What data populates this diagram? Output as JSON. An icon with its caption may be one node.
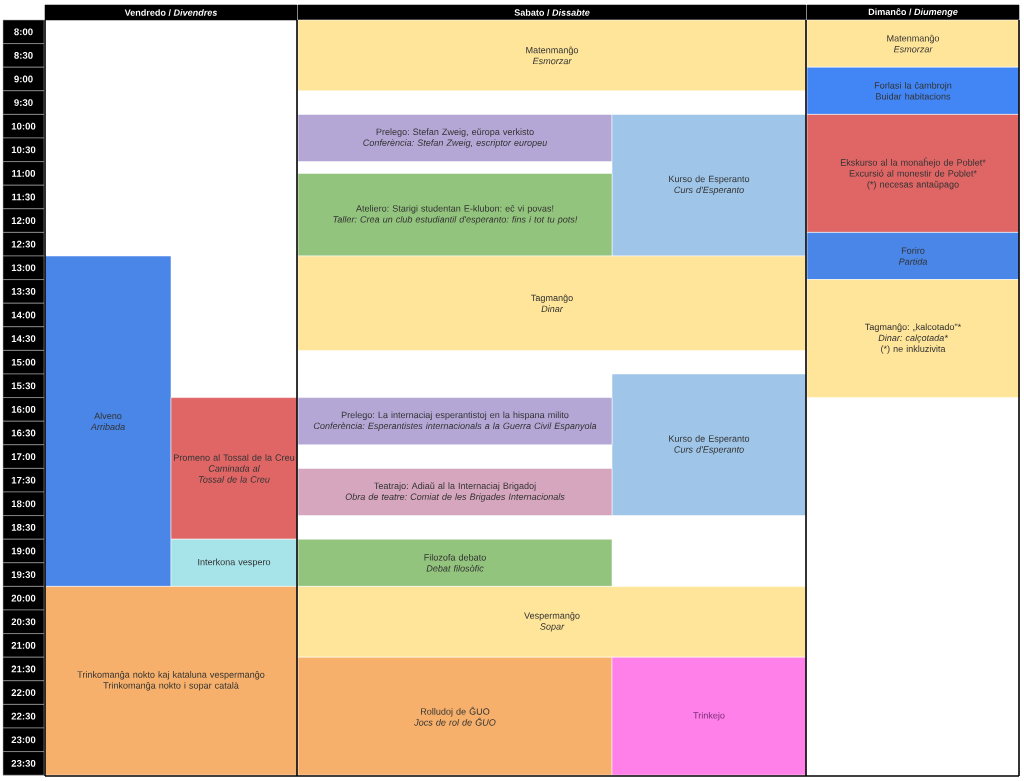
{
  "diagram": {
    "nodes": [
      {
        "text": [
          "Vendredo / *Divendres*"
        ]
      },
      {
        "text": [
          "Sabato / *Dissabte*"
        ]
      },
      {
        "text": [
          "Dimanĉo / *Diumenge*"
        ]
      },
      {
        "text": [
          "8:00"
        ]
      },
      {
        "text": [
          "8:30"
        ]
      },
      {
        "text": [
          "9:00"
        ]
      },
      {
        "text": [
          "9:30"
        ]
      },
      {
        "text": [
          "10:00"
        ]
      },
      {
        "text": [
          "10:30"
        ]
      },
      {
        "text": [
          "11:00"
        ]
      },
      {
        "text": [
          "11:30"
        ]
      },
      {
        "text": [
          "12:00"
        ]
      },
      {
        "text": [
          "12:30"
        ]
      },
      {
        "text": [
          "13:00"
        ]
      },
      {
        "text": [
          "13:30"
        ]
      },
      {
        "text": [
          "14:00"
        ]
      },
      {
        "text": [
          "14:30"
        ]
      },
      {
        "text": [
          "15:00"
        ]
      },
      {
        "text": [
          "15:30"
        ]
      },
      {
        "text": [
          "16:00"
        ]
      },
      {
        "text": [
          "16:30"
        ]
      },
      {
        "text": [
          "17:00"
        ]
      },
      {
        "text": [
          "17:30"
        ]
      },
      {
        "text": [
          "18:00"
        ]
      },
      {
        "text": [
          "18:30"
        ]
      },
      {
        "text": [
          "19:00"
        ]
      },
      {
        "text": [
          "19:30"
        ]
      },
      {
        "text": [
          "20:00"
        ]
      },
      {
        "text": [
          "20:30"
        ]
      },
      {
        "text": [
          "21:00"
        ]
      },
      {
        "text": [
          "21:30"
        ]
      },
      {
        "text": [
          "22:00"
        ]
      },
      {
        "text": [
          "22:30"
        ]
      },
      {
        "text": [
          "23:00"
        ]
      },
      {
        "text": [
          "23:30"
        ]
      },
      {
        "text": [
          "Alveno",
          "Arribada"
        ]
      },
      {
        "text": [
          "Promeno al Tossal de la Creu",
          "Caminada al Tossal de la Creu"
        ]
      },
      {
        "text": [
          "Interkona vespero"
        ]
      },
      {
        "text": [
          "Trinkomanĝa nokto kaj kataluna vespermanĝo",
          "Trinkomanĝa nokto i sopar català"
        ]
      },
      {
        "text": [
          "Matenmanĝo",
          "Esmorzar"
        ]
      },
      {
        "text": [
          "Prelego: Stefan Zweig, eŭropa verkisto",
          "Conferència: Stefan Zweig, escriptor europeu"
        ]
      },
      {
        "text": [
          "Kurso de Esperanto",
          "Curs d'Esperanto"
        ]
      },
      {
        "text": [
          "Ateliero: Starigi studentan E-klubon: eĉ vi povas!",
          "Taller: Crea un club estudiantil d'esperanto: fins i tot tu pots!"
        ]
      },
      {
        "text": [
          "Tagmanĝo",
          "Dinar"
        ]
      },
      {
        "text": [
          "Kurso de Esperanto",
          "Curs d'Esperanto"
        ]
      },
      {
        "text": [
          "Prelego: La internaciaj esperantistoj en la hispana milito",
          "Conferència: Esperantistes internacionals a la Guerra Civil Espanyola"
        ]
      },
      {
        "text": [
          "Teatrajo: Adiaŭ al la Internaciaj Brigadoj",
          "Obra de teatre: Comiat de les Brigades Internacionals"
        ]
      },
      {
        "text": [
          "Filozofa debato",
          "Debat filosòfic"
        ]
      },
      {
        "text": [
          "Vespermanĝo",
          "Sopar"
        ]
      },
      {
        "text": [
          "Rolludoj de ĜUO",
          "Jocs de rol de ĜUO"
        ]
      },
      {
        "text": [
          "Trinkejo"
        ]
      },
      {
        "text": [
          "Matenmanĝo",
          "Esmorzar"
        ]
      },
      {
        "text": [
          "Forlasi la ĉambrojn",
          "Buidar habitacions"
        ]
      },
      {
        "text": [
          "Ekskurso al la monaĥejo de Poblet*",
          "Excursió al monestir de Poblet*",
          "(*) necesas antaŭpago"
        ]
      },
      {
        "text": [
          "Foriro",
          "Partida"
        ]
      },
      {
        "text": [
          "Tagmanĝo: „kalcotado\"*",
          "Dinar: calçotada*",
          "(*) ne inkluzivita"
        ]
      }
    ]
  }
}
